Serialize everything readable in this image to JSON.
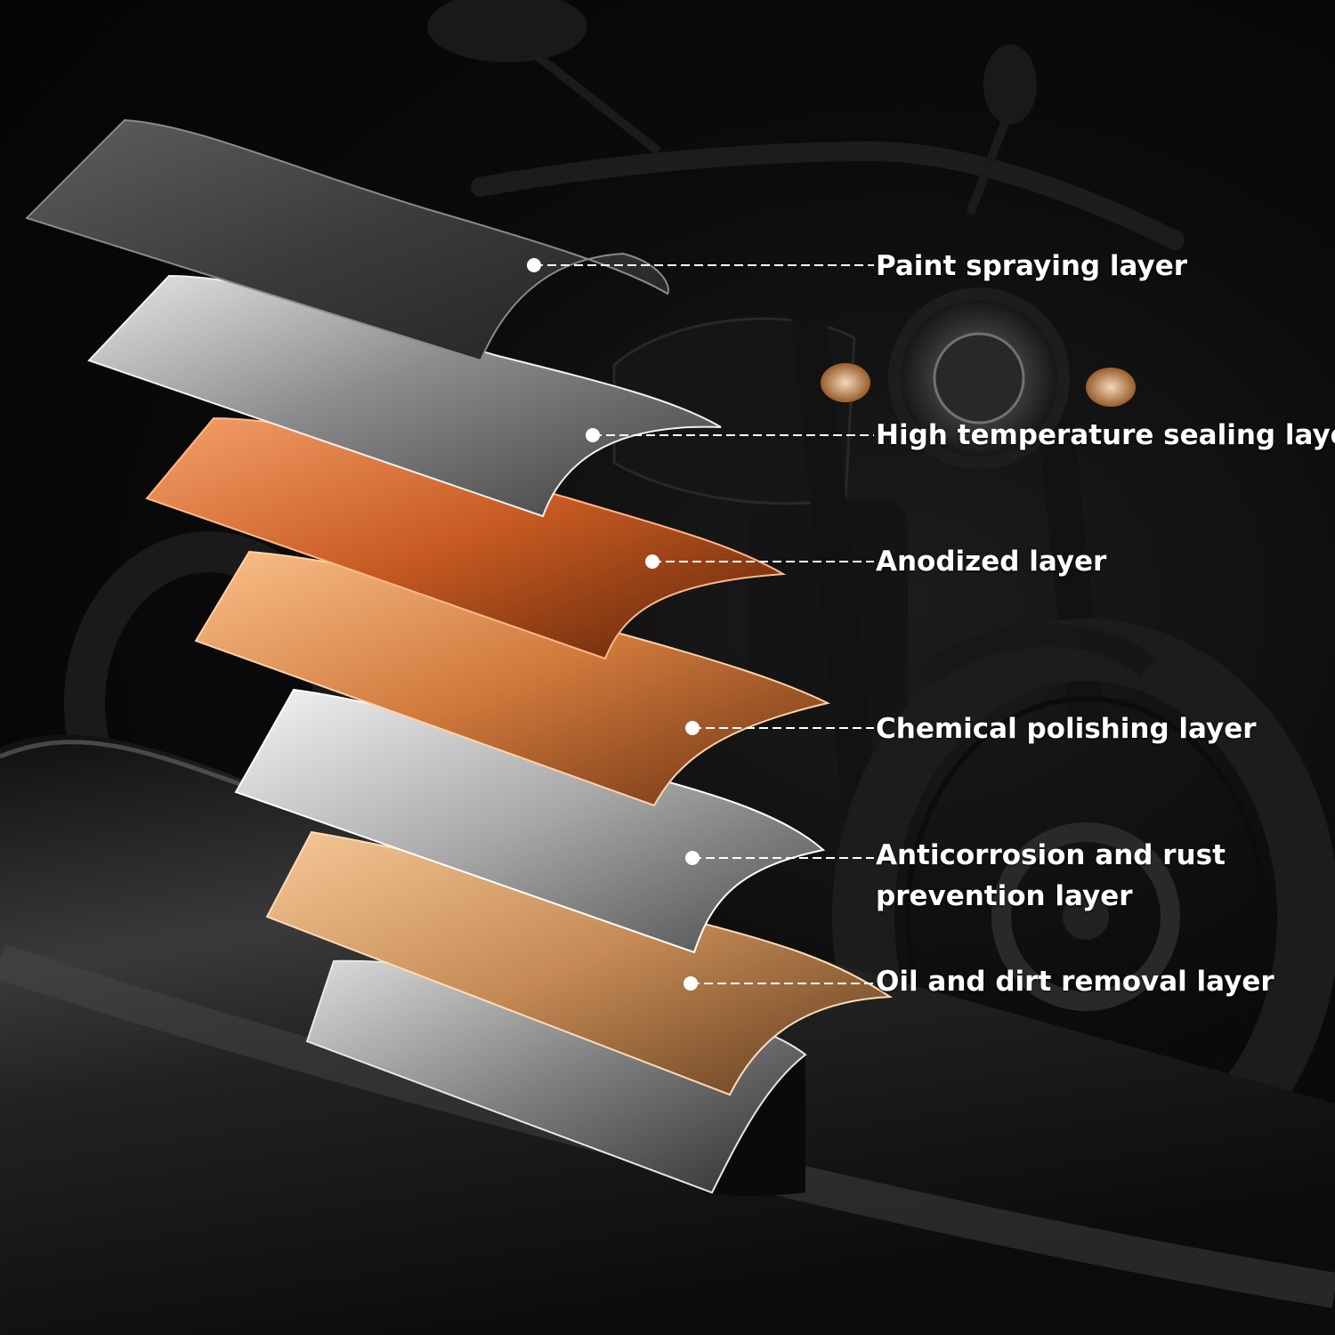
{
  "layers": [
    {
      "id": "paint-spraying",
      "label": "Paint spraying layer",
      "color": "#3a3a3a"
    },
    {
      "id": "high-temperature-sealing",
      "label": "High temperature sealing layer",
      "color": "#9a9a9a"
    },
    {
      "id": "anodized",
      "label": "Anodized layer",
      "color": "#c8642a"
    },
    {
      "id": "chemical-polishing",
      "label": "Chemical polishing layer",
      "color": "#d8884a"
    },
    {
      "id": "anticorrosion",
      "label_line1": "Anticorrosion and rust",
      "label_line2": "prevention layer",
      "color": "#bdbdbd"
    },
    {
      "id": "oil-dirt-removal",
      "label": "Oil and dirt removal layer",
      "color": "#c9905c"
    }
  ],
  "tube_color": "#1a1a1a",
  "leader_color": "#ffffff"
}
